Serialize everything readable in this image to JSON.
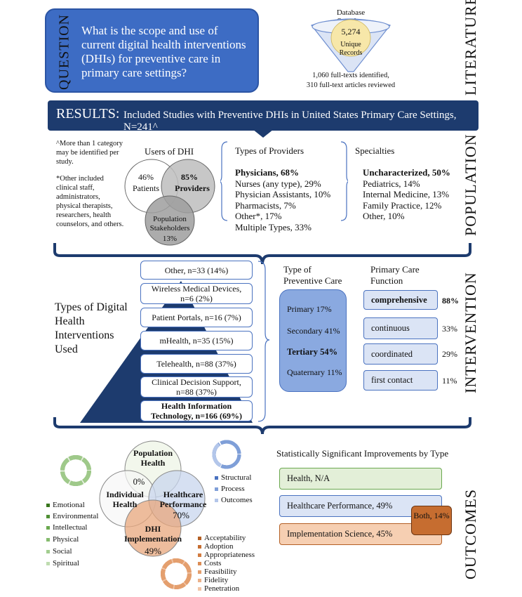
{
  "side_labels": {
    "literature": "LITERATURE",
    "population": "POPULATION",
    "intervention": "INTERVENTION",
    "outcomes": "OUTCOMES"
  },
  "question": {
    "label": "QUESTION",
    "text": "What is the scope and use of current digital health interventions (DHIs) for preventive care in primary care settings?"
  },
  "literature": {
    "db_label": "Database Searches",
    "count": "5,274",
    "unique": "Unique",
    "records": "Records",
    "line1": "1,060 full-texts identified,",
    "line2": "310 full-text articles reviewed"
  },
  "results": {
    "head": "RESULTS:",
    "sub": "Included Studies with Preventive DHIs in United States Primary Care Settings, N=241^"
  },
  "population": {
    "note1": "^More than 1 category may be identified per study.",
    "note2": "*Other included clinical staff, administrators, physical therapists, researchers, health counselors, and others.",
    "users_title": "Users of DHI",
    "patients_pct": "46%",
    "patients_label": "Patients",
    "providers_pct": "85%",
    "providers_label": "Providers",
    "stake_label1": "Population",
    "stake_label2": "Stakeholders",
    "stake_pct": "13%",
    "providers_title": "Types of Providers",
    "providers_list": [
      "Physicians, 68%",
      "Nurses (any type), 29%",
      "Physician Assistants, 10%",
      "Pharmacists, 7%",
      "Other*, 17%",
      "Multiple Types, 33%"
    ],
    "specialties_title": "Specialties",
    "specialties_list": [
      "Uncharacterized, 50%",
      "Pediatrics, 14%",
      "Internal Medicine, 13%",
      "Family Practice, 12%",
      "Other, 10%"
    ]
  },
  "intervention": {
    "types_title": "Types of Digital Health Interventions Used",
    "dhi_items": [
      "Other, n=33 (14%)",
      "Wireless Medical Devices, n=6 (2%)",
      "Patient Portals, n=16 (7%)",
      "mHealth, n=35 (15%)",
      "Telehealth, n=88 (37%)",
      "Clinical Decision Support, n=88 (37%)",
      "Health Information Technology, n=166 (69%)"
    ],
    "care_title": "Type of Preventive Care",
    "care_items": [
      "Primary 17%",
      "Secondary 41%",
      "Tertiary 54%",
      "Quaternary 11%"
    ],
    "func_title": "Primary Care Function",
    "func_items": [
      "comprehensive",
      "continuous",
      "coordinated",
      "first contact"
    ],
    "func_pcts": [
      "88%",
      "33%",
      "29%",
      "11%"
    ]
  },
  "outcomes": {
    "venn": {
      "pop": "Population Health",
      "indiv": "Individual Health",
      "hc": "Healthcare Performance",
      "dhi": "DHI Implementation",
      "center": "0%",
      "hc_pct": "70%",
      "dhi_pct": "49%"
    },
    "indiv_legend": [
      "Emotional",
      "Environmental",
      "Intellectual",
      "Physical",
      "Social",
      "Spiritual"
    ],
    "hc_legend": [
      "Structural",
      "Process",
      "Outcomes"
    ],
    "impl_legend": [
      "Acceptability",
      "Adoption",
      "Appropriateness",
      "Costs",
      "Feasibility",
      "Fidelity",
      "Penetration"
    ],
    "stats_title": "Statistically Significant Improvements by Type",
    "stats": [
      "Health, N/A",
      "Healthcare Performance, 49%",
      "Implementation Science, 45%"
    ],
    "both": "Both, 14%"
  },
  "colors": {
    "question_blue": "#3d6cc4",
    "navy": "#1d3b6e",
    "green": "#6aa84f",
    "blue_ring": "#4a72c0",
    "orange": "#e0915c"
  }
}
